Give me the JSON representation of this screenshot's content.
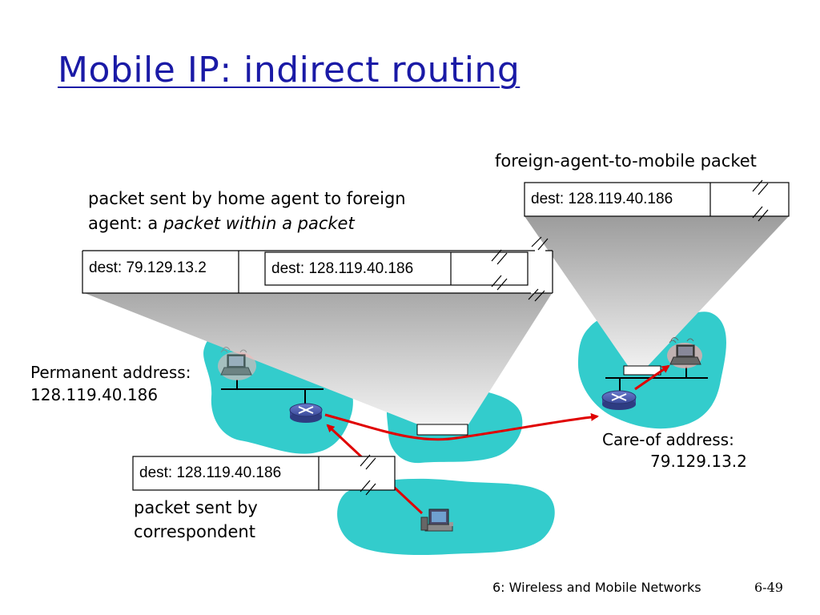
{
  "slide": {
    "title": "Mobile IP: indirect routing",
    "footer_left": "6: Wireless and Mobile Networks",
    "footer_right": "6-49"
  },
  "labels": {
    "foreign_to_mobile": "foreign-agent-to-mobile packet",
    "home_agent_line1": "packet sent by home agent to foreign",
    "home_agent_line2_prefix": "agent: a ",
    "home_agent_line2_italic": "packet within a packet",
    "permanent_address_title": "Permanent address:",
    "permanent_address_value": "128.119.40.186",
    "care_of_title": "Care-of address:",
    "care_of_value": "79.129.13.2",
    "correspondent_line1": "packet sent by",
    "correspondent_line2": "correspondent"
  },
  "packets": {
    "foreign_to_mobile_dest": "dest: 128.119.40.186",
    "outer_dest": "dest: 79.129.13.2",
    "inner_dest": "dest: 128.119.40.186",
    "correspondent_dest": "dest: 128.119.40.186"
  },
  "colors": {
    "title": "#1a1aa6",
    "network_cloud": "#33cccc",
    "arrow": "#e00000",
    "router": "#3a4a9a"
  }
}
